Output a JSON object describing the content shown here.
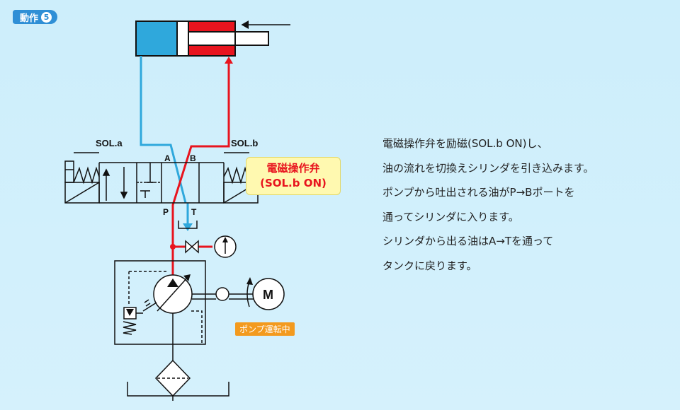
{
  "header": {
    "badge_label": "動作",
    "badge_number": "5"
  },
  "diagram": {
    "sol_a_label": "SOL.a",
    "sol_b_label": "SOL.b",
    "port_a_label": "A",
    "port_b_label": "B",
    "port_p_label": "P",
    "port_t_label": "T",
    "motor_label": "M",
    "valve_callout": {
      "line1": "電磁操作弁",
      "line2": "(SOL.b ON)"
    },
    "pump_status": "ポンプ運転中",
    "colors": {
      "pressure_line": "#e8141e",
      "return_line": "#2fa8dc",
      "cylinder_cap_side": "#2fa8dc",
      "cylinder_rod_side": "#e8141e",
      "callout_bg": "#fff9b0",
      "status_bg": "#f39a1e"
    }
  },
  "description": {
    "lines": [
      "電磁操作弁を励磁(SOL.b ON)し、",
      "油の流れを切換えシリンダを引き込みます。",
      "ポンプから吐出される油がP→Bポートを",
      "通ってシリンダに入ります。",
      "シリンダから出る油はA→Tを通って",
      "タンクに戻ります。"
    ]
  }
}
